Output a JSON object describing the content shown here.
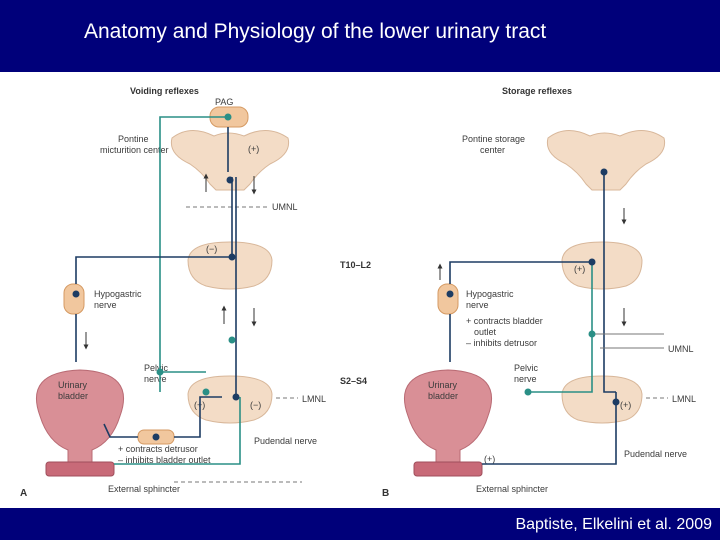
{
  "slide": {
    "title": "Anatomy and Physiology of the lower urinary tract",
    "citation": "Baptiste, Elkelini et al. 2009"
  },
  "colors": {
    "header_bg": "#00007a",
    "neuron_teal": "#2a8f86",
    "neuron_navy": "#1d3c63",
    "tissue": "#f3dcc6",
    "bladder": "#d98f96",
    "sphincter": "#c86a78",
    "ganglion": "#f1c79e"
  },
  "diagram": {
    "panel_a": {
      "letter": "A",
      "heading": "Voiding reflexes",
      "pag": "PAG",
      "pontine_line1": "Pontine",
      "pontine_line2": "micturition center",
      "sign_pos": "(+)",
      "sign_neg": "(−)",
      "umnl": "UMNL",
      "lmnl": "LMNL",
      "hypogastric_line1": "Hypogastric",
      "hypogastric_line2": "nerve",
      "pelvic_line1": "Pelvic",
      "pelvic_line2": "nerve",
      "bladder_line1": "Urinary",
      "bladder_line2": "bladder",
      "effect_line1": "+ contracts detrusor",
      "effect_line2": "– inhibits bladder outlet",
      "pudendal": "Pudendal nerve",
      "sphincter": "External sphincter"
    },
    "levels": {
      "t10_l2": "T10–L2",
      "s2_s4": "S2–S4"
    },
    "panel_b": {
      "letter": "B",
      "heading": "Storage reflexes",
      "pontine_line1": "Pontine storage",
      "pontine_line2": "center",
      "sign_pos": "(+)",
      "umnl": "UMNL",
      "lmnl": "LMNL",
      "hypogastric_line1": "Hypogastric",
      "hypogastric_line2": "nerve",
      "hypo_effect_line1": "+ contracts bladder",
      "hypo_effect_line2": "outlet",
      "hypo_effect_line3": "– inhibits detrusor",
      "pelvic_line1": "Pelvic",
      "pelvic_line2": "nerve",
      "bladder_line1": "Urinary",
      "bladder_line2": "bladder",
      "pudendal": "Pudendal nerve",
      "sphincter": "External sphincter"
    }
  }
}
